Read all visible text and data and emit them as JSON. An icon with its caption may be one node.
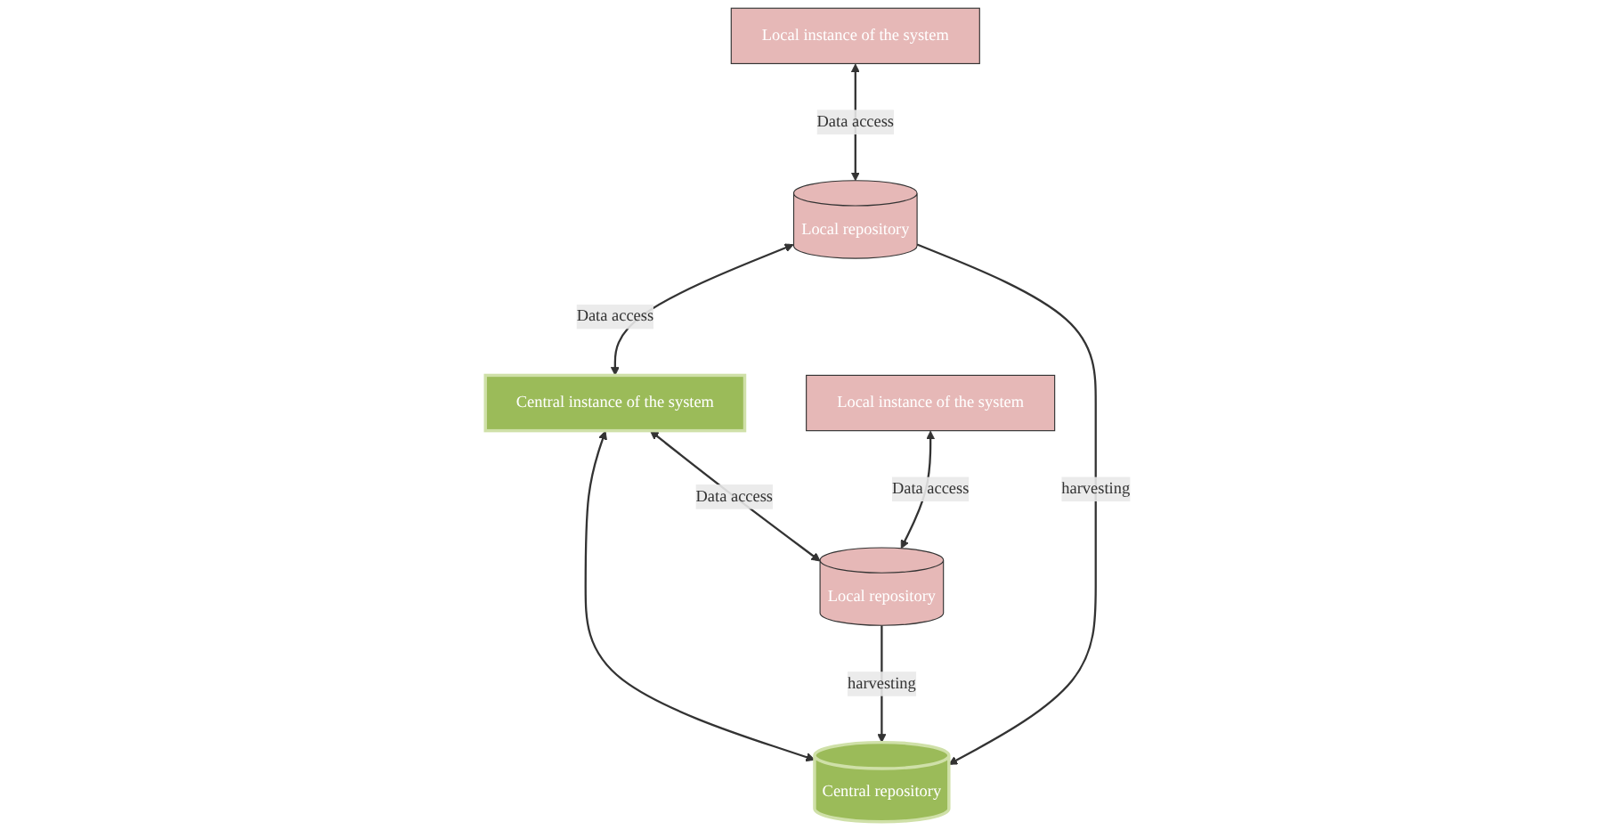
{
  "diagram": {
    "nodes": [
      {
        "text": [
          "Local instance of the system"
        ]
      },
      {
        "text": [
          "Central instance of the system"
        ]
      },
      {
        "text": [
          "Local instance of the system"
        ]
      },
      {
        "text": [
          "Local repository"
        ]
      },
      {
        "text": [
          "Central repository"
        ]
      },
      {
        "text": [
          "Local repository"
        ]
      }
    ],
    "edges": [
      {
        "from": 0,
        "to": 3,
        "arrow": "both",
        "label": "Data access"
      },
      {
        "from": 3,
        "to": 1,
        "arrow": "both",
        "label": "Data access"
      },
      {
        "from": 1,
        "to": 4,
        "arrow": "both"
      },
      {
        "from": 1,
        "to": 5,
        "arrow": "both",
        "label": "Data access"
      },
      {
        "from": 2,
        "to": 5,
        "arrow": "both",
        "label": "Data access"
      },
      {
        "from": 3,
        "to": 4,
        "arrow": "to",
        "label": "harvesting"
      },
      {
        "from": 5,
        "to": 4,
        "arrow": "to",
        "label": "harvesting"
      }
    ]
  }
}
